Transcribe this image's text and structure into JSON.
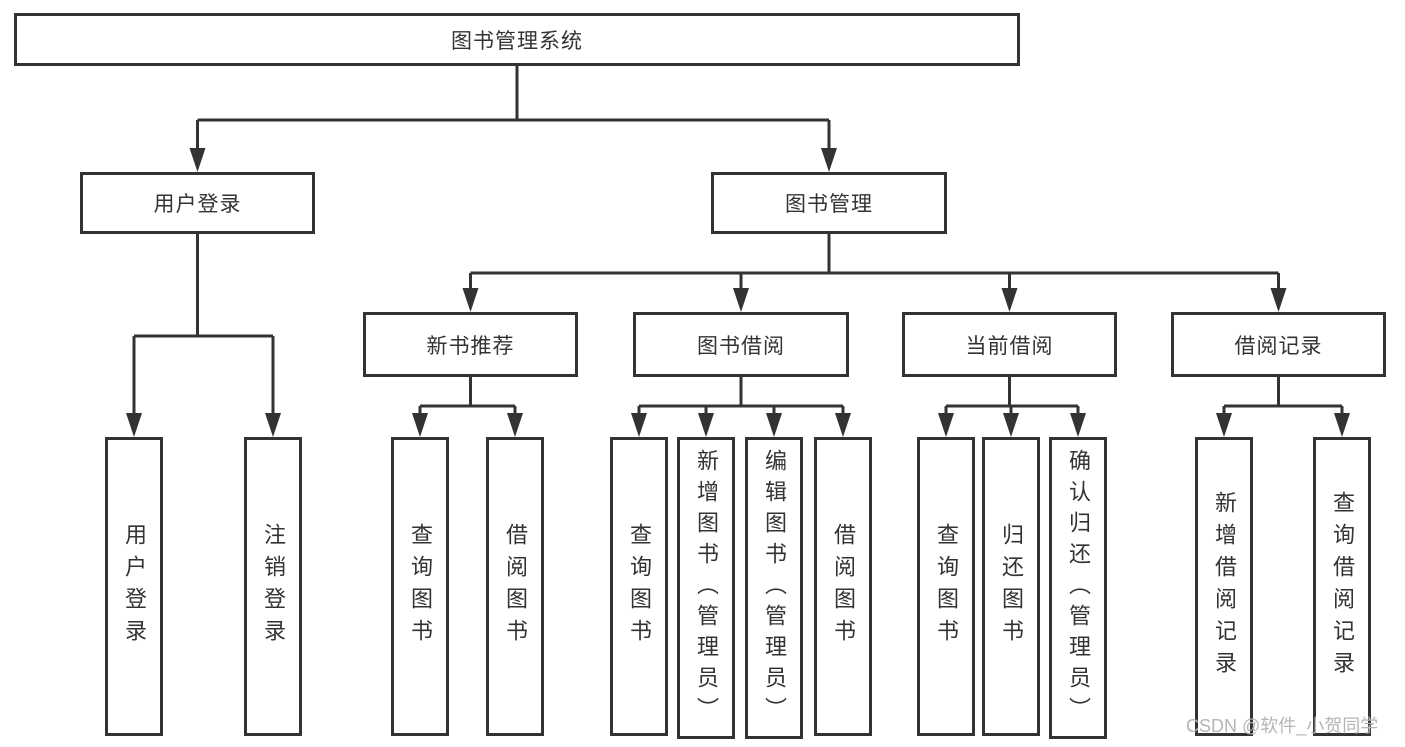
{
  "tree": {
    "root": {
      "label": "图书管理系统"
    },
    "level2": [
      {
        "label": "用户登录"
      },
      {
        "label": "图书管理"
      }
    ],
    "level3": [
      {
        "label": "新书推荐"
      },
      {
        "label": "图书借阅"
      },
      {
        "label": "当前借阅"
      },
      {
        "label": "借阅记录"
      }
    ],
    "leaves": {
      "user": [
        "用户登录",
        "注销登录"
      ],
      "newbook": [
        "查询图书",
        "借阅图书"
      ],
      "borrow": [
        "查询图书",
        "新增图书（管理员）",
        "编辑图书（管理员）",
        "借阅图书"
      ],
      "current": [
        "查询图书",
        "归还图书",
        "确认归还（管理员）"
      ],
      "records": [
        "新增借阅记录",
        "查询借阅记录"
      ]
    }
  },
  "watermark": "CSDN @软件_小贺同学",
  "colors": {
    "line": "#333333",
    "text": "#333333",
    "box_background": "#ffffff",
    "watermark": "#b5b5b5"
  }
}
